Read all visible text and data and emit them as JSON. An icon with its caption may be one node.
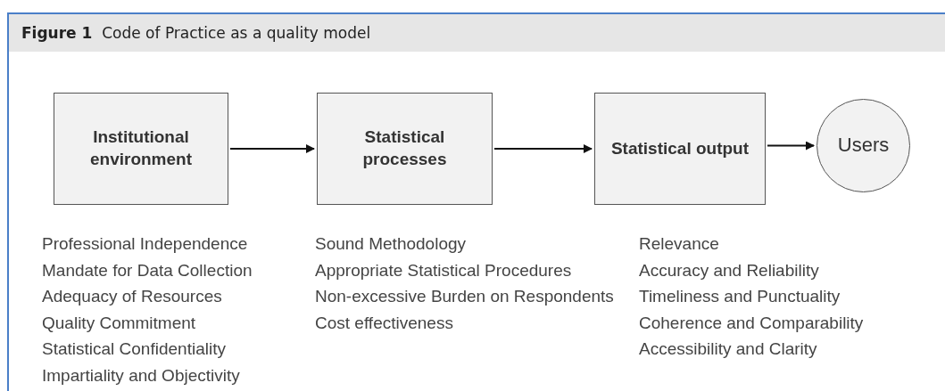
{
  "diagram": {
    "title": "**Figure 1**  Code of Practice as a quality model",
    "nodes": [
      {
        "text": [
          "Institutional environment"
        ],
        "beside": [
          "Professional Independence",
          "Mandate for Data Collection",
          "Adequacy of Resources",
          "Quality Commitment",
          "Statistical Confidentiality",
          "Impartiality and Objectivity"
        ]
      },
      {
        "text": [
          "Statistical processes"
        ],
        "beside": [
          "Sound Methodology",
          "Appropriate Statistical Procedures",
          "Non-excessive Burden on Respondents",
          "Cost effectiveness"
        ]
      },
      {
        "text": [
          "Statistical output"
        ],
        "beside": [
          "Relevance",
          "Accuracy and Reliability",
          "Timeliness and Punctuality",
          "Coherence and Comparability",
          "Accessibility and Clarity"
        ]
      },
      {
        "text": [
          "Users"
        ]
      }
    ],
    "edges": [
      {
        "from": 0,
        "to": 1,
        "arrow": "to"
      },
      {
        "from": 1,
        "to": 2,
        "arrow": "to"
      },
      {
        "from": 2,
        "to": 3,
        "arrow": "to"
      }
    ]
  }
}
